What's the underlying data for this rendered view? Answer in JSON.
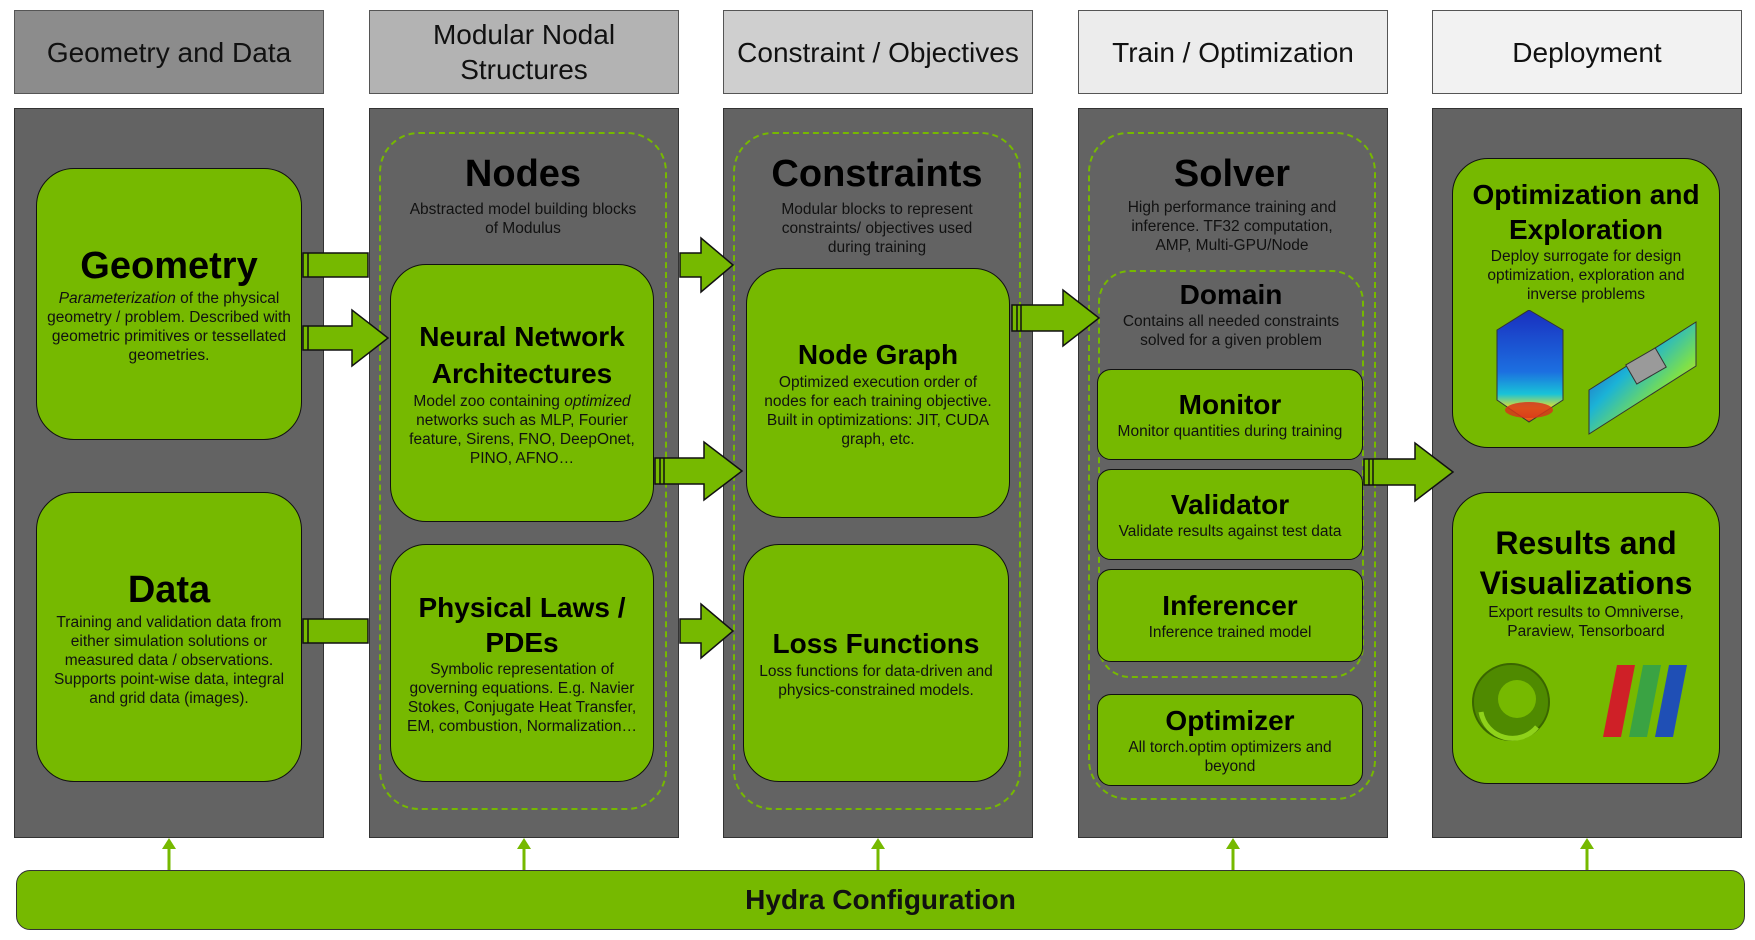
{
  "headers": {
    "geometry_data": "Geometry and Data",
    "modular_nodal": "Modular Nodal Structures",
    "constraint_objectives": "Constraint / Objectives",
    "train_optimization": "Train / Optimization",
    "deployment": "Deployment"
  },
  "geometry": {
    "title": "Geometry",
    "desc_emph": "Parameterization",
    "desc": " of the physical geometry / problem. Described with geometric primitives or tessellated geometries."
  },
  "data": {
    "title": "Data",
    "desc": "Training and validation data from either simulation solutions or measured data / observations. Supports point-wise data, integral and grid data (images)."
  },
  "nodes": {
    "title": "Nodes",
    "desc": "Abstracted model building blocks of Modulus"
  },
  "neural_network": {
    "title": "Neural Network Architectures",
    "desc_pre": "Model zoo containing ",
    "desc_emph": "optimized",
    "desc_post": " networks such as MLP, Fourier feature, Sirens, FNO, DeepOnet, PINO, AFNO…"
  },
  "physical_laws": {
    "title": "Physical Laws / PDEs",
    "desc": "Symbolic representation of governing equations. E.g. Navier Stokes, Conjugate Heat Transfer, EM, combustion, Normalization…"
  },
  "constraints": {
    "title": "Constraints",
    "desc": "Modular blocks to represent constraints/ objectives used during training"
  },
  "node_graph": {
    "title": "Node Graph",
    "desc": "Optimized execution order of nodes for each training objective. Built in optimizations: JIT, CUDA graph, etc."
  },
  "loss_functions": {
    "title": "Loss Functions",
    "desc": "Loss functions for data-driven and physics-constrained models."
  },
  "solver": {
    "title": "Solver",
    "desc": "High performance training and inference. TF32 computation, AMP, Multi-GPU/Node"
  },
  "domain": {
    "title": "Domain",
    "desc": "Contains all needed constraints solved for a given problem"
  },
  "monitor": {
    "title": "Monitor",
    "desc": "Monitor quantities during training"
  },
  "validator": {
    "title": "Validator",
    "desc": "Validate results against test data"
  },
  "inferencer": {
    "title": "Inferencer",
    "desc": "Inference trained model"
  },
  "optimizer": {
    "title": "Optimizer",
    "desc": "All torch.optim optimizers and beyond"
  },
  "optimization_exploration": {
    "title": "Optimization and Exploration",
    "desc": "Deploy surrogate for design optimization, exploration and inverse problems"
  },
  "results_visualizations": {
    "title": "Results and Visualizations",
    "desc": "Export results to Omniverse, Paraview, Tensorboard"
  },
  "hydra": {
    "title": "Hydra Configuration"
  },
  "colors": {
    "green": "#76b900",
    "column_gray": "#636363",
    "header_shades": [
      "#8c8c8c",
      "#b3b3b3",
      "#cfcfcf",
      "#ececec",
      "#f2f2f2"
    ]
  }
}
